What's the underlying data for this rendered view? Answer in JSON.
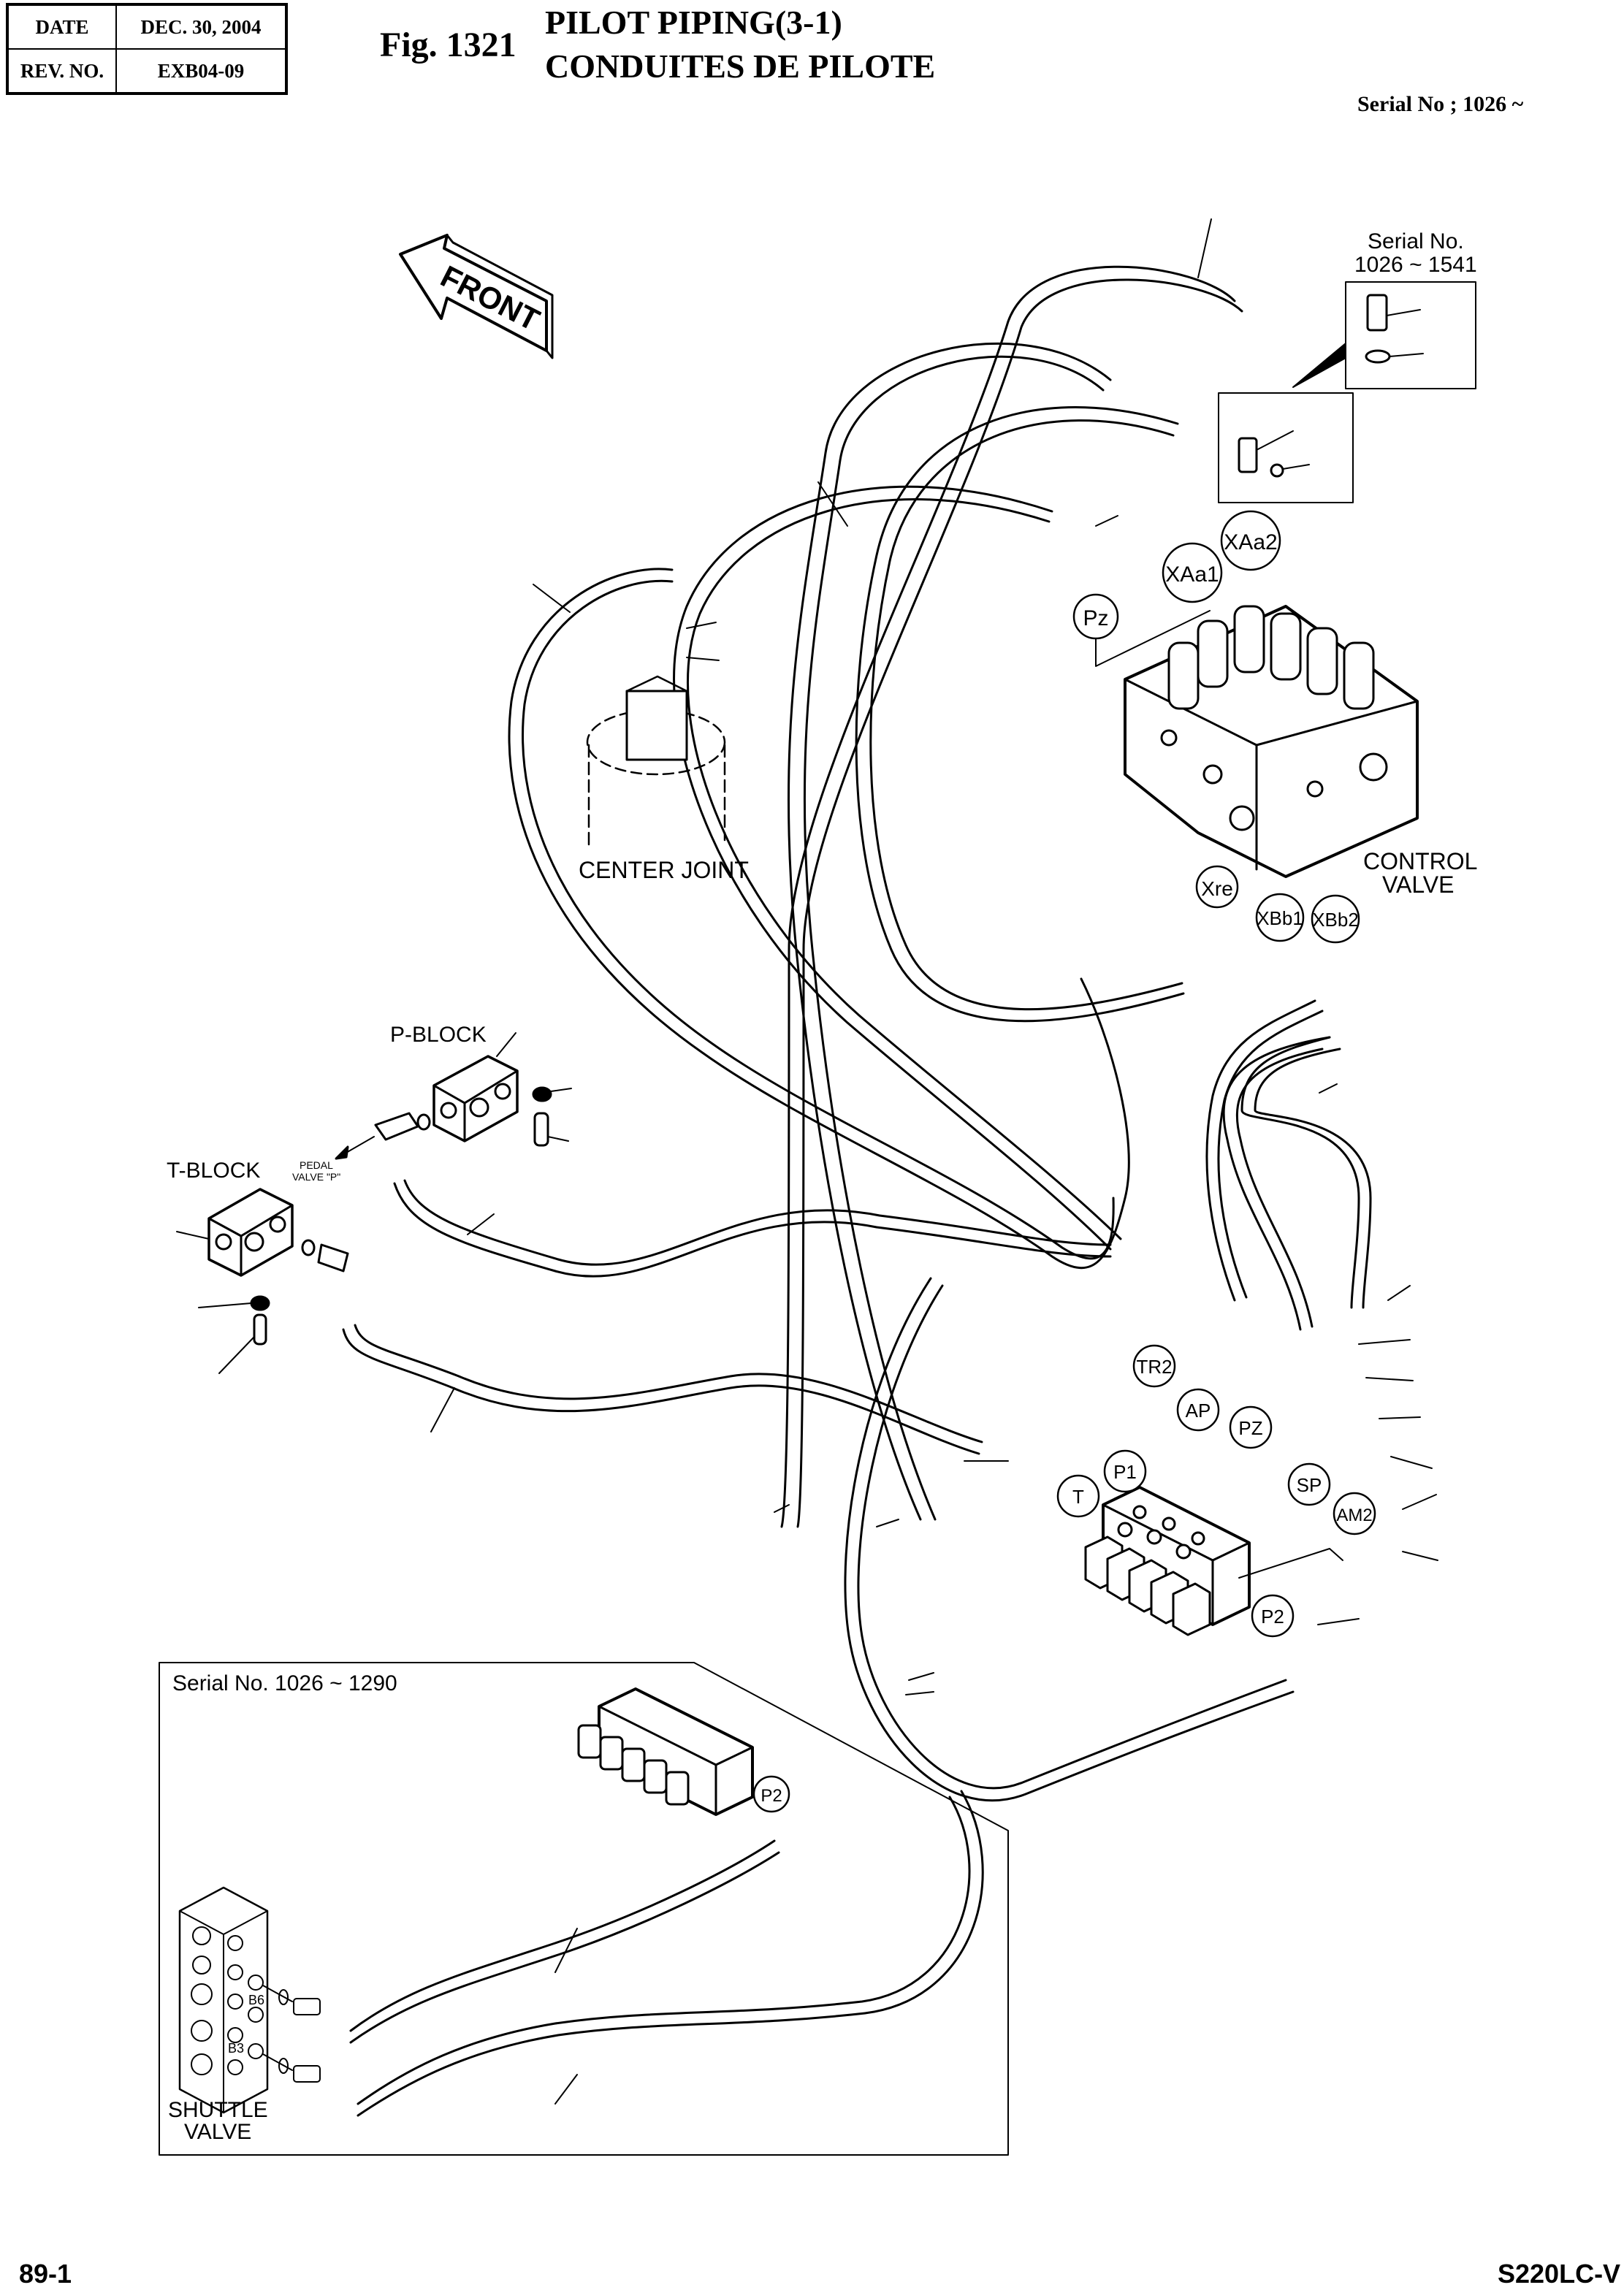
{
  "header": {
    "date_label": "DATE",
    "date_value": "DEC. 30, 2004",
    "rev_label": "REV. NO.",
    "rev_value": "EXB04-09",
    "figure_number": "Fig. 1321",
    "title_en": "PILOT PIPING(3-1)",
    "title_fr": "CONDUITES DE PILOTE",
    "serial_range": "Serial No ; 1026 ~"
  },
  "footer": {
    "page_number": "89-1",
    "model": "S220LC-V"
  },
  "orientation": {
    "icon": "front-arrow-icon",
    "label": "FRONT"
  },
  "components": {
    "center_joint": "CENTER JOINT",
    "control_valve_line1": "CONTROL",
    "control_valve_line2": "VALVE",
    "p_block": "P-BLOCK",
    "t_block": "T-BLOCK",
    "pedal_valve_line1": "PEDAL",
    "pedal_valve_line2": "VALVE \"P\"",
    "shuttle_valve_line1": "SHUTTLE",
    "shuttle_valve_line2": "VALVE"
  },
  "detail_boxes": {
    "upper_detail_line1": "Serial No.",
    "upper_detail_line2": "1026 ~ 1541",
    "lower_detail": "Serial No. 1026 ~ 1290"
  },
  "port_callouts": [
    "XAa1",
    "XAa2",
    "Pz",
    "Xre",
    "XBb1",
    "XBb2",
    "TR2",
    "AP",
    "PZ",
    "P1",
    "SP",
    "T",
    "AM2",
    "P2",
    "P2"
  ],
  "port_labels_shuttle": [
    "B6",
    "B3"
  ]
}
